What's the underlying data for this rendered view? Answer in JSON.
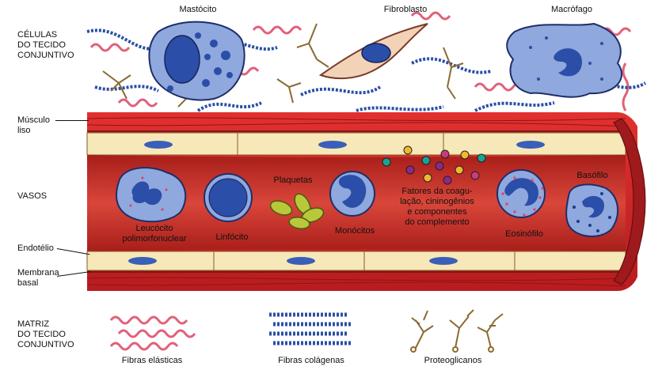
{
  "sections": {
    "cells": "CÉLULAS\nDO TECIDO\nCONJUNTIVO",
    "vessels": "VASOS",
    "matrix": "MATRIZ\nDO TECIDO\nCONJUNTIVO"
  },
  "structures": {
    "smooth_muscle": "Músculo\nliso",
    "endothelium": "Endotélio",
    "basal_membrane": "Membrana\nbasal"
  },
  "cells": {
    "mast": "Mastócito",
    "fibroblast": "Fibroblasto",
    "macrophage": "Macrófago"
  },
  "blood": {
    "leukocyte": "Leucócito\npolimorfonuclear",
    "lymphocyte": "Linfócito",
    "platelets": "Plaquetas",
    "monocytes": "Monócitos",
    "factors": "Fatores da coagu-\nlação, cininogênios\ne componentes\ndo complemento",
    "eosinophil": "Eosinófilo",
    "basophil": "Basófilo"
  },
  "matrix": {
    "elastic": "Fibras elásticas",
    "collagen": "Fibras colágenas",
    "proteoglycans": "Proteoglicanos"
  },
  "colors": {
    "muscle": "#d9232a",
    "lumen": "#c9322a",
    "endothelium": "#f6e8b8",
    "nucleus": "#2b4ea8",
    "cell": "#9db3e0",
    "elastic_fiber": "#e2607a",
    "collagen_fiber": "#2a4fa6",
    "proteoglycan": "#8a6a32",
    "platelet": "#b9c83a"
  }
}
